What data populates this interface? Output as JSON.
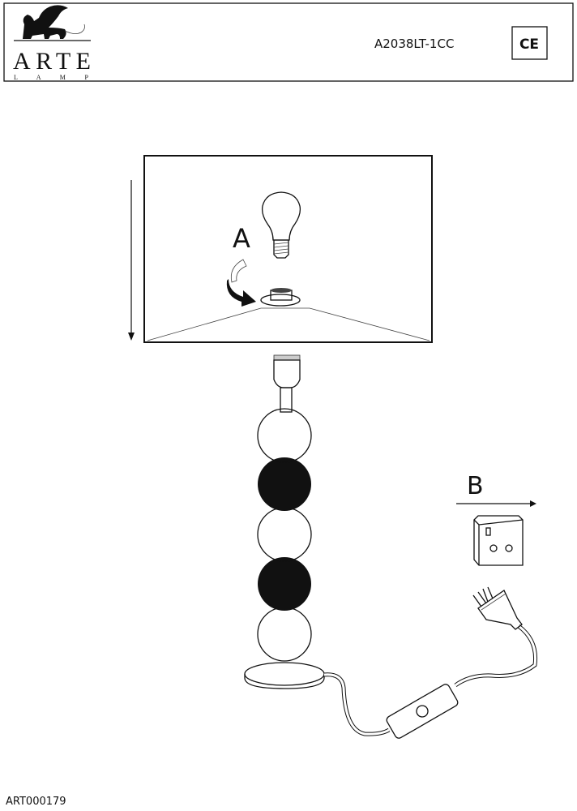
{
  "header": {
    "brand_name": "ARTE",
    "brand_sub": "L A M P",
    "model": "A2038LT-1CC",
    "cert_mark": "CE"
  },
  "steps": {
    "a_label": "A",
    "b_label": "B"
  },
  "footer": {
    "doc_code": "ART000179"
  }
}
